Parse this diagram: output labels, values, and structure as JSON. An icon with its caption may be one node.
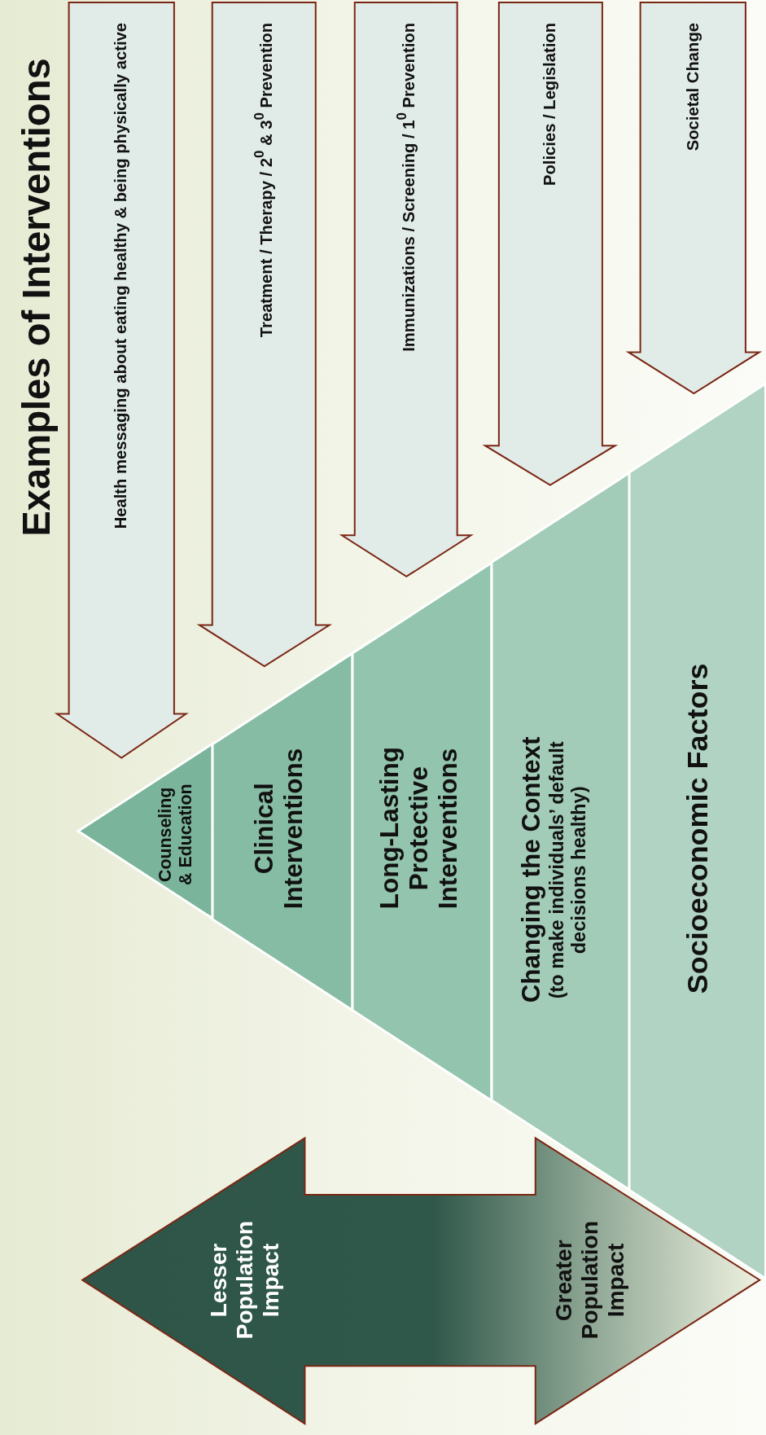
{
  "diagram": {
    "title": "Examples of Interventions",
    "nodes": [
      {
        "text": [
          "Health messaging about eating healthy & being physically active"
        ]
      },
      {
        "text": [
          "Treatment / Therapy / 2$^{0}$ & 3$^{0}$ Prevention"
        ]
      },
      {
        "text": [
          "Immunizations / Screening / 1$^{0}$ Prevention"
        ]
      },
      {
        "text": [
          "Policies / Legislation"
        ]
      },
      {
        "text": [
          "Societal Change"
        ]
      },
      {
        "text": [
          "Counseling & Education"
        ]
      },
      {
        "text": [
          "Clinical Interventions"
        ]
      },
      {
        "text": [
          "Long-Lasting Protective Interventions"
        ]
      },
      {
        "text": [
          "Changing the Context",
          "(to make individuals’ default decisions healthy)"
        ]
      },
      {
        "text": [
          "Socioeconomic Factors"
        ]
      },
      {
        "text": [
          "Lesser Population Impact",
          "Greater Population Impact"
        ]
      }
    ]
  }
}
